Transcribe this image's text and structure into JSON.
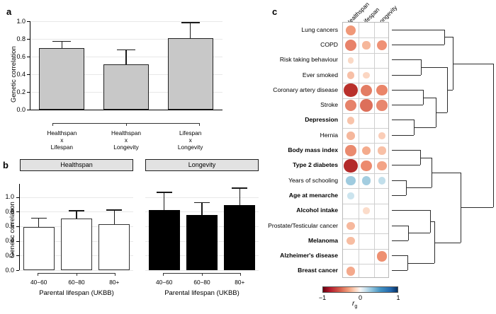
{
  "figure": {
    "panels": [
      "a",
      "b",
      "c"
    ]
  },
  "panel_a": {
    "letter": "a",
    "chart_data": {
      "type": "bar",
      "title": "",
      "xlabel": "",
      "ylabel": "Genetic correlation",
      "ylim": [
        0.0,
        1.0
      ],
      "yticks": [
        "0.0",
        "0.2",
        "0.4",
        "0.6",
        "0.8",
        "1.0"
      ],
      "grid": true,
      "categories": [
        {
          "line1": "Healthspan",
          "line2": "x",
          "line3": "Lifespan"
        },
        {
          "line1": "Healthspan",
          "line2": "x",
          "line3": "Longevity"
        },
        {
          "line1": "Lifespan",
          "line2": "x",
          "line3": "Longevity"
        }
      ],
      "values": [
        0.7,
        0.51,
        0.81
      ],
      "errors_upper": [
        0.78,
        0.68,
        0.99
      ],
      "bar_color": "#c8c8c8"
    }
  },
  "panel_b": {
    "letter": "b",
    "chart_data": [
      {
        "type": "bar",
        "facet_title": "Healthspan",
        "xlabel": "Parental lifespan (UKBB)",
        "ylabel": "Genetic correlation",
        "ylim": [
          0.0,
          1.0
        ],
        "yticks": [
          "0.0",
          "0.2",
          "0.4",
          "0.6",
          "0.8",
          "1.0"
        ],
        "categories": [
          "40−60",
          "60−80",
          "80+"
        ],
        "values": [
          0.59,
          0.71,
          0.63
        ],
        "errors_upper": [
          0.72,
          0.82,
          0.83
        ],
        "bar_color": "#ffffff"
      },
      {
        "type": "bar",
        "facet_title": "Longevity",
        "xlabel": "Parental lifespan (UKBB)",
        "ylabel": "",
        "ylim": [
          0.0,
          1.0
        ],
        "yticks": [
          "0.0",
          "0.2",
          "0.4",
          "0.6",
          "0.8",
          "1.0"
        ],
        "categories": [
          "40−60",
          "60−80",
          "80+"
        ],
        "values": [
          0.82,
          0.75,
          0.89
        ],
        "errors_upper": [
          1.07,
          0.93,
          1.13
        ],
        "bar_color": "#000000"
      }
    ]
  },
  "panel_c": {
    "letter": "c",
    "chart_data": {
      "type": "heatmap",
      "title": "",
      "columns": [
        "Healthspan",
        "Lifespan",
        "Longevity"
      ],
      "legend": {
        "title": "rg",
        "ticks": [
          "−1",
          "0",
          "1"
        ],
        "range": [
          -1,
          1
        ],
        "colors_low": "#b2182b",
        "colors_mid": "#f7f7f7",
        "colors_high": "#2166ac"
      },
      "rows": [
        {
          "label": "Lung cancers",
          "bold": false,
          "cells": [
            {
              "v": 0.4,
              "color": "#f09878",
              "r": 7.0
            },
            null,
            null
          ]
        },
        {
          "label": "COPD",
          "bold": false,
          "cells": [
            {
              "v": 0.48,
              "color": "#e8826a",
              "r": 8.0
            },
            {
              "v": 0.28,
              "color": "#f6b79b",
              "r": 5.6
            },
            {
              "v": 0.44,
              "color": "#ef9175",
              "r": 7.4
            }
          ]
        },
        {
          "label": "Risk taking behaviour",
          "bold": false,
          "cells": [
            {
              "v": 0.18,
              "color": "#fad9c6",
              "r": 4.4
            },
            null,
            null
          ]
        },
        {
          "label": "Ever smoked",
          "bold": false,
          "cells": [
            {
              "v": 0.26,
              "color": "#f7bfa6",
              "r": 5.4
            },
            {
              "v": 0.2,
              "color": "#fbd6c2",
              "r": 4.6
            },
            null
          ]
        },
        {
          "label": "Coronary artery disease",
          "bold": false,
          "cells": [
            {
              "v": 0.72,
              "color": "#b9302b",
              "r": 9.6
            },
            {
              "v": 0.5,
              "color": "#e37d64",
              "r": 8.0
            },
            {
              "v": 0.46,
              "color": "#ea8569",
              "r": 7.6
            }
          ]
        },
        {
          "label": "Stroke",
          "bold": false,
          "cells": [
            {
              "v": 0.5,
              "color": "#e6826a",
              "r": 8.0
            },
            {
              "v": 0.58,
              "color": "#dd6f5a",
              "r": 8.8
            },
            {
              "v": 0.48,
              "color": "#e8876e",
              "r": 7.8
            }
          ]
        },
        {
          "label": "Depression",
          "bold": true,
          "cells": [
            {
              "v": 0.24,
              "color": "#f8c3aa",
              "r": 5.2
            },
            null,
            null
          ]
        },
        {
          "label": "Hernia",
          "bold": false,
          "cells": [
            {
              "v": 0.28,
              "color": "#f5b79c",
              "r": 5.8
            },
            null,
            {
              "v": 0.22,
              "color": "#facdb7",
              "r": 4.8
            }
          ]
        },
        {
          "label": "Body mass index",
          "bold": true,
          "cells": [
            {
              "v": 0.46,
              "color": "#ea8a6e",
              "r": 7.6
            },
            {
              "v": 0.32,
              "color": "#f4ab8c",
              "r": 6.2
            },
            {
              "v": 0.26,
              "color": "#f8c0a6",
              "r": 5.6
            }
          ]
        },
        {
          "label": "Type 2 diabetes",
          "bold": true,
          "cells": [
            {
              "v": 0.76,
              "color": "#b32a2a",
              "r": 9.8
            },
            {
              "v": 0.44,
              "color": "#ec8a6e",
              "r": 7.6
            },
            {
              "v": 0.34,
              "color": "#f3a487",
              "r": 6.6
            }
          ]
        },
        {
          "label": "Years of schooling",
          "bold": false,
          "cells": [
            {
              "v": -0.38,
              "color": "#9fcbdf",
              "r": 6.6
            },
            {
              "v": -0.36,
              "color": "#a3cde0",
              "r": 6.4
            },
            {
              "v": -0.24,
              "color": "#c2dfeb",
              "r": 5.2
            }
          ]
        },
        {
          "label": "Age at menarche",
          "bold": true,
          "cells": [
            {
              "v": -0.2,
              "color": "#cbe4ee",
              "r": 4.6
            },
            null,
            null
          ]
        },
        {
          "label": "Alcohol intake",
          "bold": true,
          "cells": [
            null,
            {
              "v": 0.18,
              "color": "#fbdcca",
              "r": 4.8
            },
            null
          ]
        },
        {
          "label": "Prostate/Testicular cancer",
          "bold": false,
          "cells": [
            {
              "v": 0.28,
              "color": "#f6b89d",
              "r": 5.8
            },
            null,
            null
          ]
        },
        {
          "label": "Melanoma",
          "bold": true,
          "cells": [
            {
              "v": 0.26,
              "color": "#f7bda2",
              "r": 5.6
            },
            null,
            null
          ]
        },
        {
          "label": "Alzheimer's disease",
          "bold": true,
          "cells": [
            null,
            null,
            {
              "v": 0.42,
              "color": "#ee9071",
              "r": 7.4
            }
          ]
        },
        {
          "label": "Breast cancer",
          "bold": true,
          "cells": [
            {
              "v": 0.32,
              "color": "#f4a98c",
              "r": 6.4
            },
            null,
            null
          ]
        }
      ]
    }
  }
}
